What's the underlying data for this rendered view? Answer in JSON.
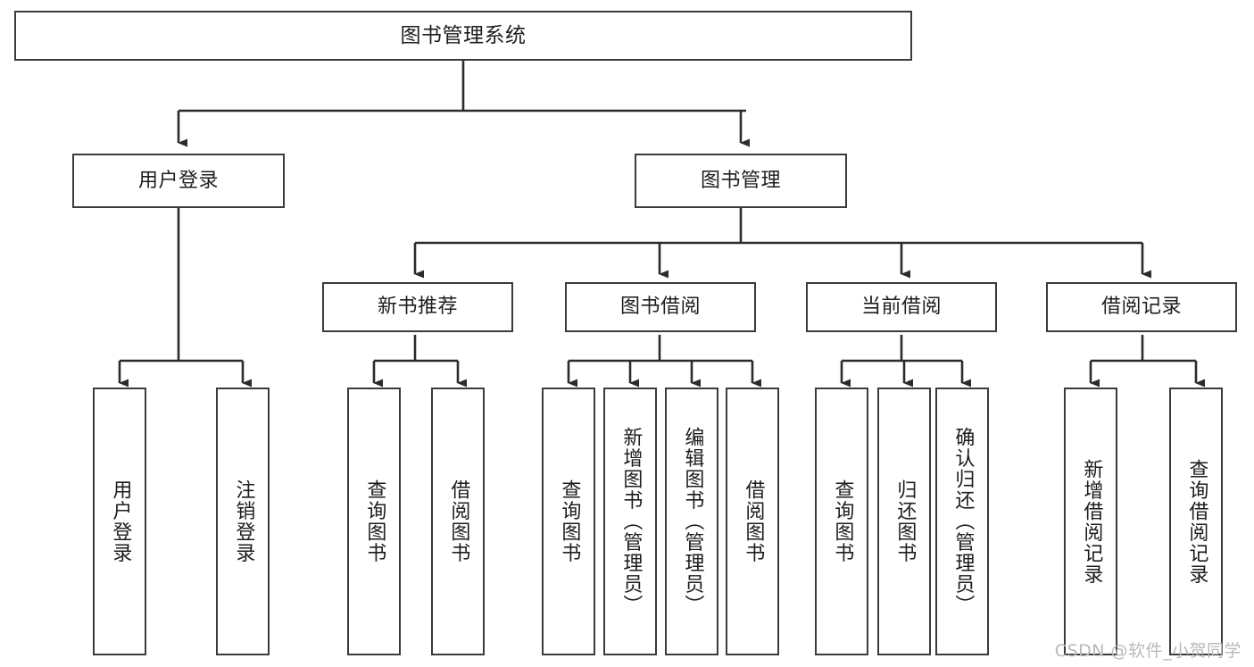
{
  "diagram": {
    "type": "tree-hierarchy",
    "title": "图书管理系统",
    "watermark": "CSDN @软件_小贺同学",
    "colors": {
      "box_stroke": "#3b3b3b",
      "box_fill": "#ffffff",
      "text": "#1d1d1d",
      "connector": "#2b2b2b",
      "watermark": "#b9b9b9",
      "background": "#ffffff"
    },
    "root": {
      "label": "图书管理系统"
    },
    "level2": [
      {
        "label": "用户登录"
      },
      {
        "label": "图书管理"
      }
    ],
    "level3": [
      {
        "label": "新书推荐"
      },
      {
        "label": "图书借阅"
      },
      {
        "label": "当前借阅"
      },
      {
        "label": "借阅记录"
      }
    ],
    "leaves": {
      "user_login": [
        {
          "label": "用户登录"
        },
        {
          "label": "注销登录"
        }
      ],
      "new_book_recommend": [
        {
          "label": "查询图书"
        },
        {
          "label": "借阅图书"
        }
      ],
      "book_borrow": [
        {
          "label": "查询图书"
        },
        {
          "label": "新增图书（管理员）"
        },
        {
          "label": "编辑图书（管理员）"
        },
        {
          "label": "借阅图书"
        }
      ],
      "current_borrow": [
        {
          "label": "查询图书"
        },
        {
          "label": "归还图书"
        },
        {
          "label": "确认归还（管理员）"
        }
      ],
      "borrow_record": [
        {
          "label": "新增借阅记录"
        },
        {
          "label": "查询借阅记录"
        }
      ]
    }
  }
}
